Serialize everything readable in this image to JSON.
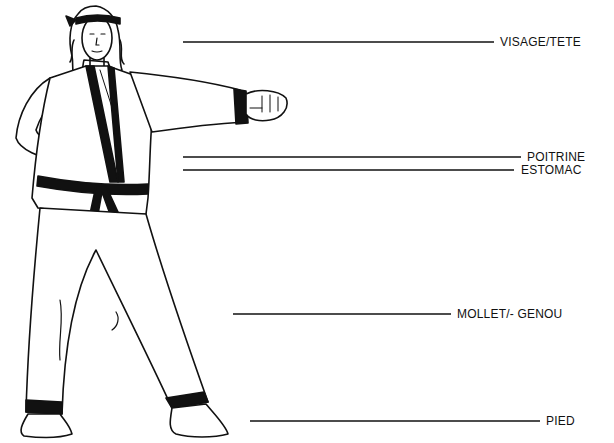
{
  "diagram": {
    "labels": [
      "VISAGE/TETE",
      "POITRINE",
      "ESTOMAC",
      "MOLLET/- GENOU",
      "PIED"
    ]
  }
}
